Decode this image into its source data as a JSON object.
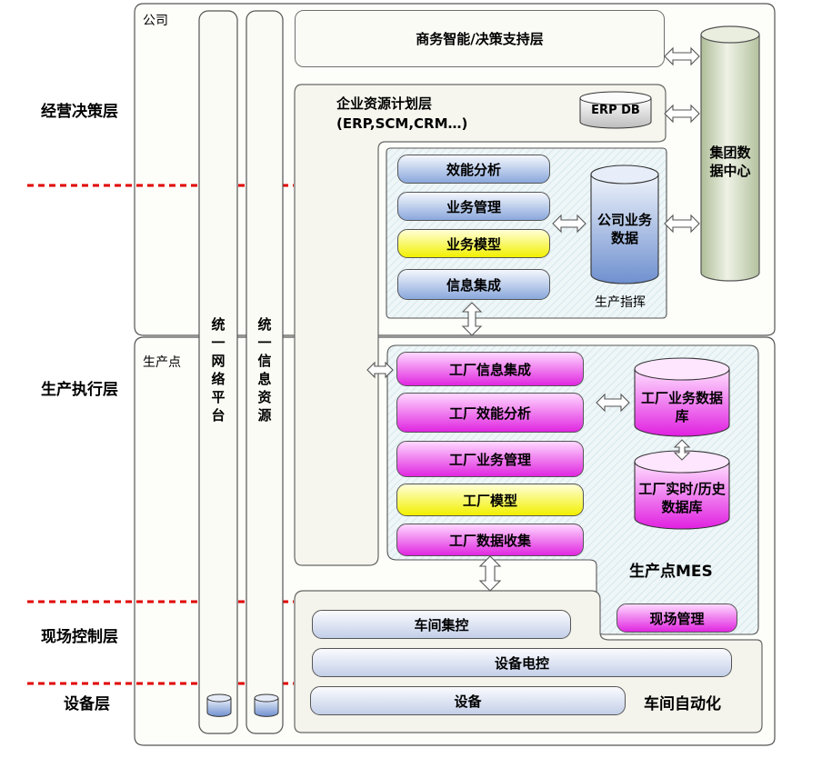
{
  "layers": {
    "business": "经营决策层",
    "execution": "生产执行层",
    "field_control": "现场控制层",
    "equipment": "设备层"
  },
  "regions": {
    "company": "公司",
    "production_point": "生产点",
    "command": "生产指挥",
    "mes": "生产点MES",
    "workshop_automation": "车间自动化"
  },
  "columns": {
    "network": "统一网络平台",
    "info": "统一信息资源"
  },
  "company_blocks": {
    "bi": "商务智能/决策支持层",
    "erp_title": "企业资源计划层",
    "erp_sub": "(ERP,SCM,CRM…)",
    "erp_db": "ERP DB",
    "group_dc": "集团数据中心"
  },
  "command_items": [
    "效能分析",
    "业务管理",
    "业务模型",
    "信息集成"
  ],
  "company_db": "公司业务数据",
  "factory_items": [
    "工厂信息集成",
    "工厂效能分析",
    "工厂业务管理",
    "工厂模型",
    "工厂数据收集"
  ],
  "factory_db": "工厂业务数据库",
  "factory_hist_db": "工厂实时/历史数据库",
  "site_mgmt": "现场管理",
  "automation_items": [
    "车间集控",
    "设备电控",
    "设备"
  ],
  "colors": {
    "command_blue": "#8aa8dc",
    "mes_magenta": "#e027e0",
    "model_yellow": "#f2f000",
    "cylinder_green": "#c9d6b6",
    "divider_red": "#e00000"
  }
}
